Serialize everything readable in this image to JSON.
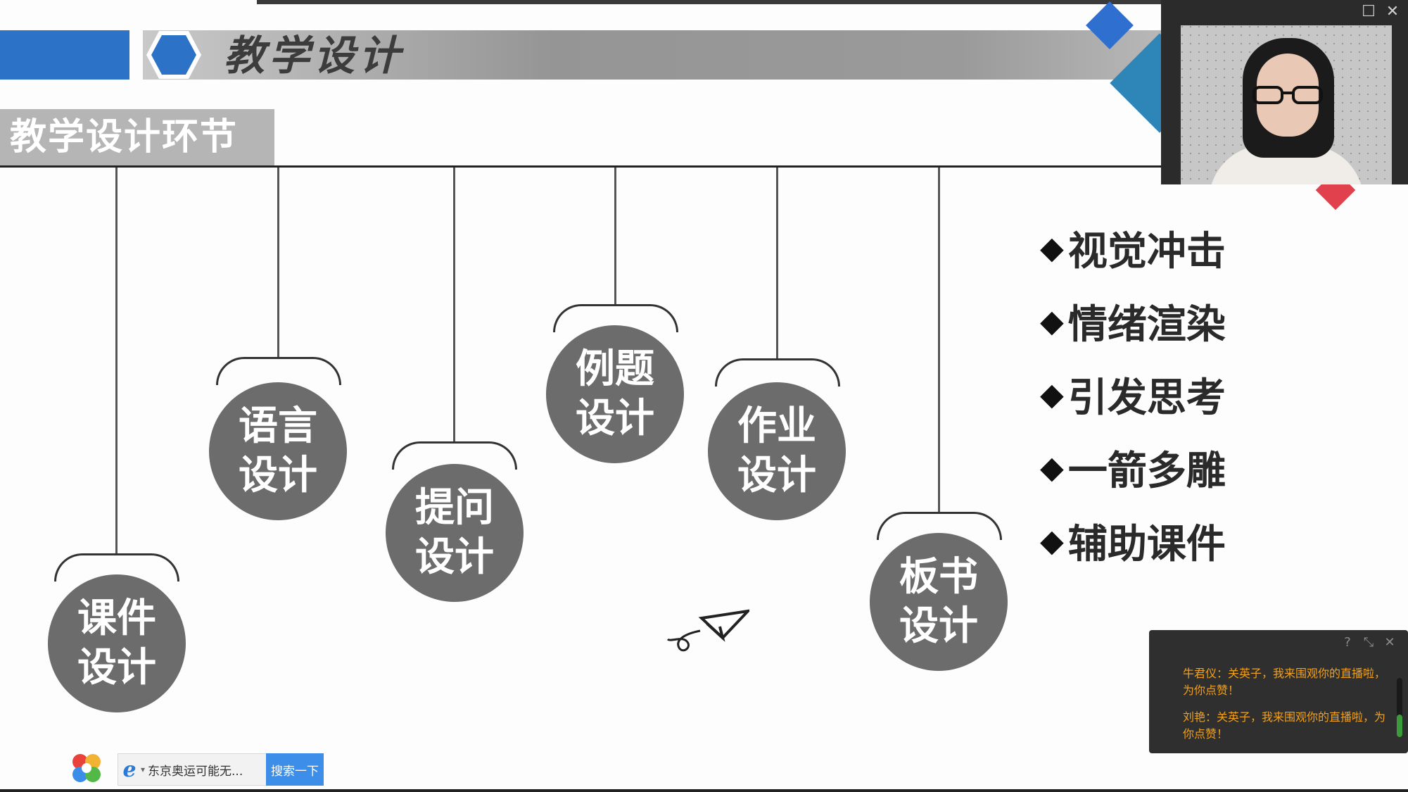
{
  "slide": {
    "title": "教学设计",
    "section_label": "教学设计环节",
    "items": [
      {
        "label": "课件\n设计"
      },
      {
        "label": "语言\n设计"
      },
      {
        "label": "提问\n设计"
      },
      {
        "label": "例题\n设计"
      },
      {
        "label": "作业\n设计"
      },
      {
        "label": "板书\n设计"
      }
    ],
    "bullets": [
      "视觉冲击",
      "情绪渲染",
      "引发思考",
      "一箭多雕",
      "辅助课件"
    ],
    "bullet_icon": "diamond-icon"
  },
  "video": {
    "icons": [
      "maximize-icon",
      "close-icon"
    ]
  },
  "chat": {
    "icons": [
      "help-icon",
      "expand-icon",
      "close-icon"
    ],
    "messages": [
      "牛君仪：关英子，我来围观你的直播啦，为你点赞！",
      "刘艳：关英子，我来围观你的直播啦，为你点赞！"
    ]
  },
  "taskbar": {
    "search_text": "东京奥运可能无...",
    "search_button": "搜索一下"
  },
  "colors": {
    "header_blue": "#2c72c7",
    "circle_gray": "#6c6c6c",
    "chat_text": "#f0a020",
    "search_button": "#3c8ee8"
  }
}
